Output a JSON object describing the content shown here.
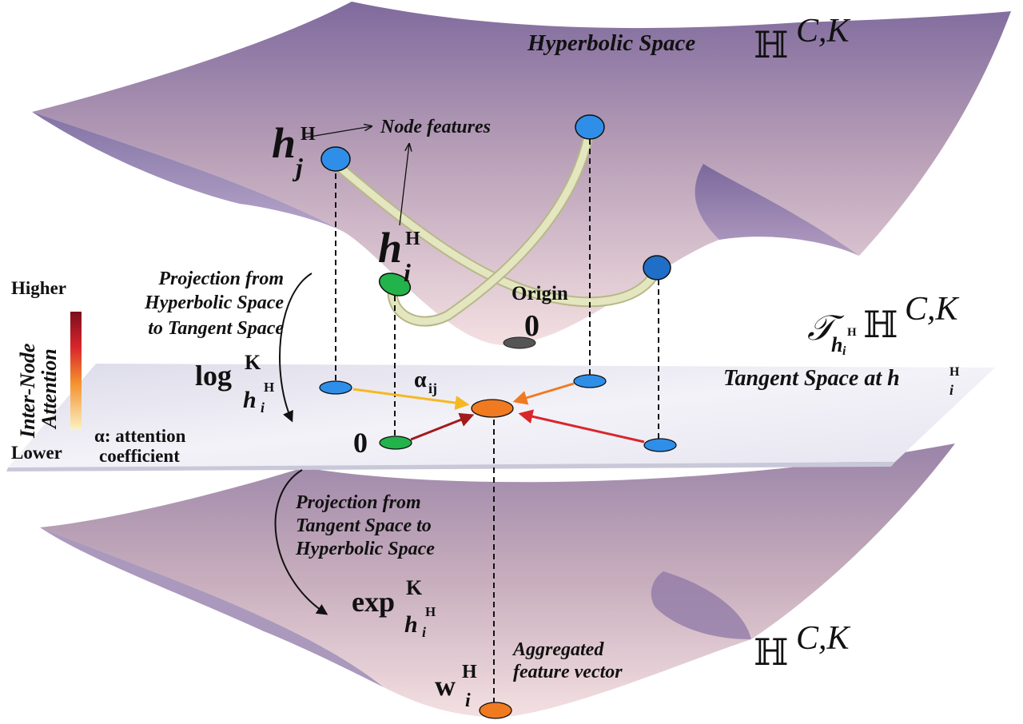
{
  "colors": {
    "surface_dark": "#7f6a9d",
    "surface_light": "#f2dcdf",
    "tangent_plane": "#ecebf4",
    "node_blue": "#2f8fe8",
    "node_green": "#22b34a",
    "node_orange": "#f07a20",
    "origin_gray": "#555555",
    "edge_tube": "#dfe3b8",
    "arrow_yellow": "#f5b820",
    "arrow_orange": "#f07a20",
    "arrow_red": "#d8262b",
    "arrow_darkred": "#a31a1a"
  },
  "labels": {
    "hyperbolic_space": "Hyperbolic Space",
    "hyperbolic_symbol": "ℍ",
    "superscript_ck": "C,K",
    "node_features": "Node features",
    "hj_base": "h",
    "hj_sub": "j",
    "hj_sup": "H",
    "hi_base": "h",
    "hi_sub": "i",
    "hi_sup": "H",
    "origin": "Origin",
    "origin_zero": "0",
    "tangent_T": "𝒯",
    "tangent_sub_h": "h",
    "tangent_sub_i": "i",
    "tangent_sub_H": "H",
    "tangent_space_at": "Tangent Space at h",
    "tangent_space_sub": "i",
    "tangent_space_sup": "H",
    "proj_hyp_to_tan_1": "Projection from",
    "proj_hyp_to_tan_2": "Hyperbolic Space",
    "proj_hyp_to_tan_3": "to Tangent Space",
    "log_base": "log",
    "log_sup": "K",
    "log_sub_h": "h",
    "log_sub_i": "i",
    "log_sub_H": "H",
    "alpha_ij": "α",
    "alpha_sub": "ij",
    "tangent_zero": "0",
    "proj_tan_to_hyp_1": "Projection from",
    "proj_tan_to_hyp_2": "Tangent Space to",
    "proj_tan_to_hyp_3": "Hyperbolic Space",
    "exp_base": "exp",
    "exp_sup": "K",
    "exp_sub_h": "h",
    "exp_sub_i": "i",
    "exp_sub_H": "H",
    "aggregated_1": "Aggregated",
    "aggregated_2": "feature vector",
    "w_base": "w",
    "w_sup": "H",
    "w_sub": "i",
    "legend_higher": "Higher",
    "legend_lower": "Lower",
    "legend_title_1": "Inter-Node",
    "legend_title_2": "Attention",
    "alpha_note_1": "α: attention",
    "alpha_note_2": "coefficient"
  }
}
